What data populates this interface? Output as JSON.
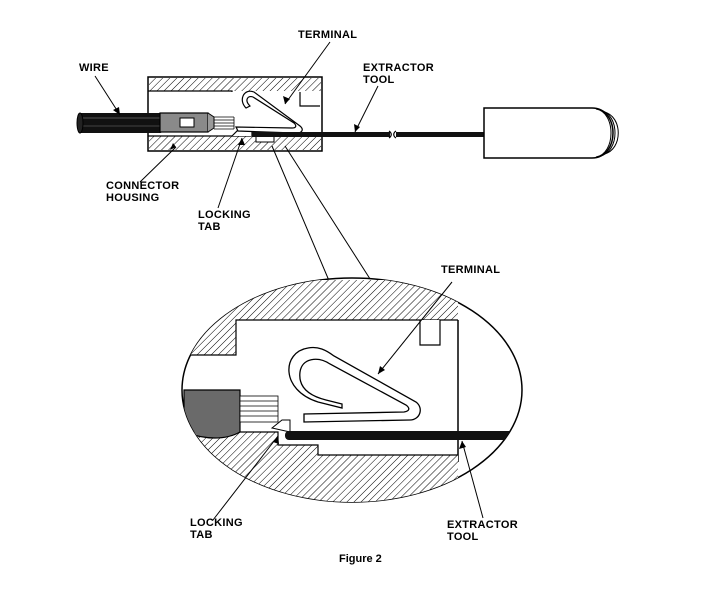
{
  "labels": {
    "terminal_top": "TERMINAL",
    "wire": "WIRE",
    "extractor_tool_top": "EXTRACTOR\nTOOL",
    "connector_housing": "CONNECTOR\nHOUSING",
    "locking_tab_top": "LOCKING\nTAB",
    "terminal_detail": "TERMINAL",
    "locking_tab_detail": "LOCKING\nTAB",
    "extractor_tool_detail": "EXTRACTOR\nTOOL"
  },
  "caption": "Figure 2",
  "colors": {
    "ink": "#000000",
    "paper": "#ffffff",
    "wire_insulation": "#1a1a1a",
    "crimp_gray": "#7a7a7a"
  }
}
